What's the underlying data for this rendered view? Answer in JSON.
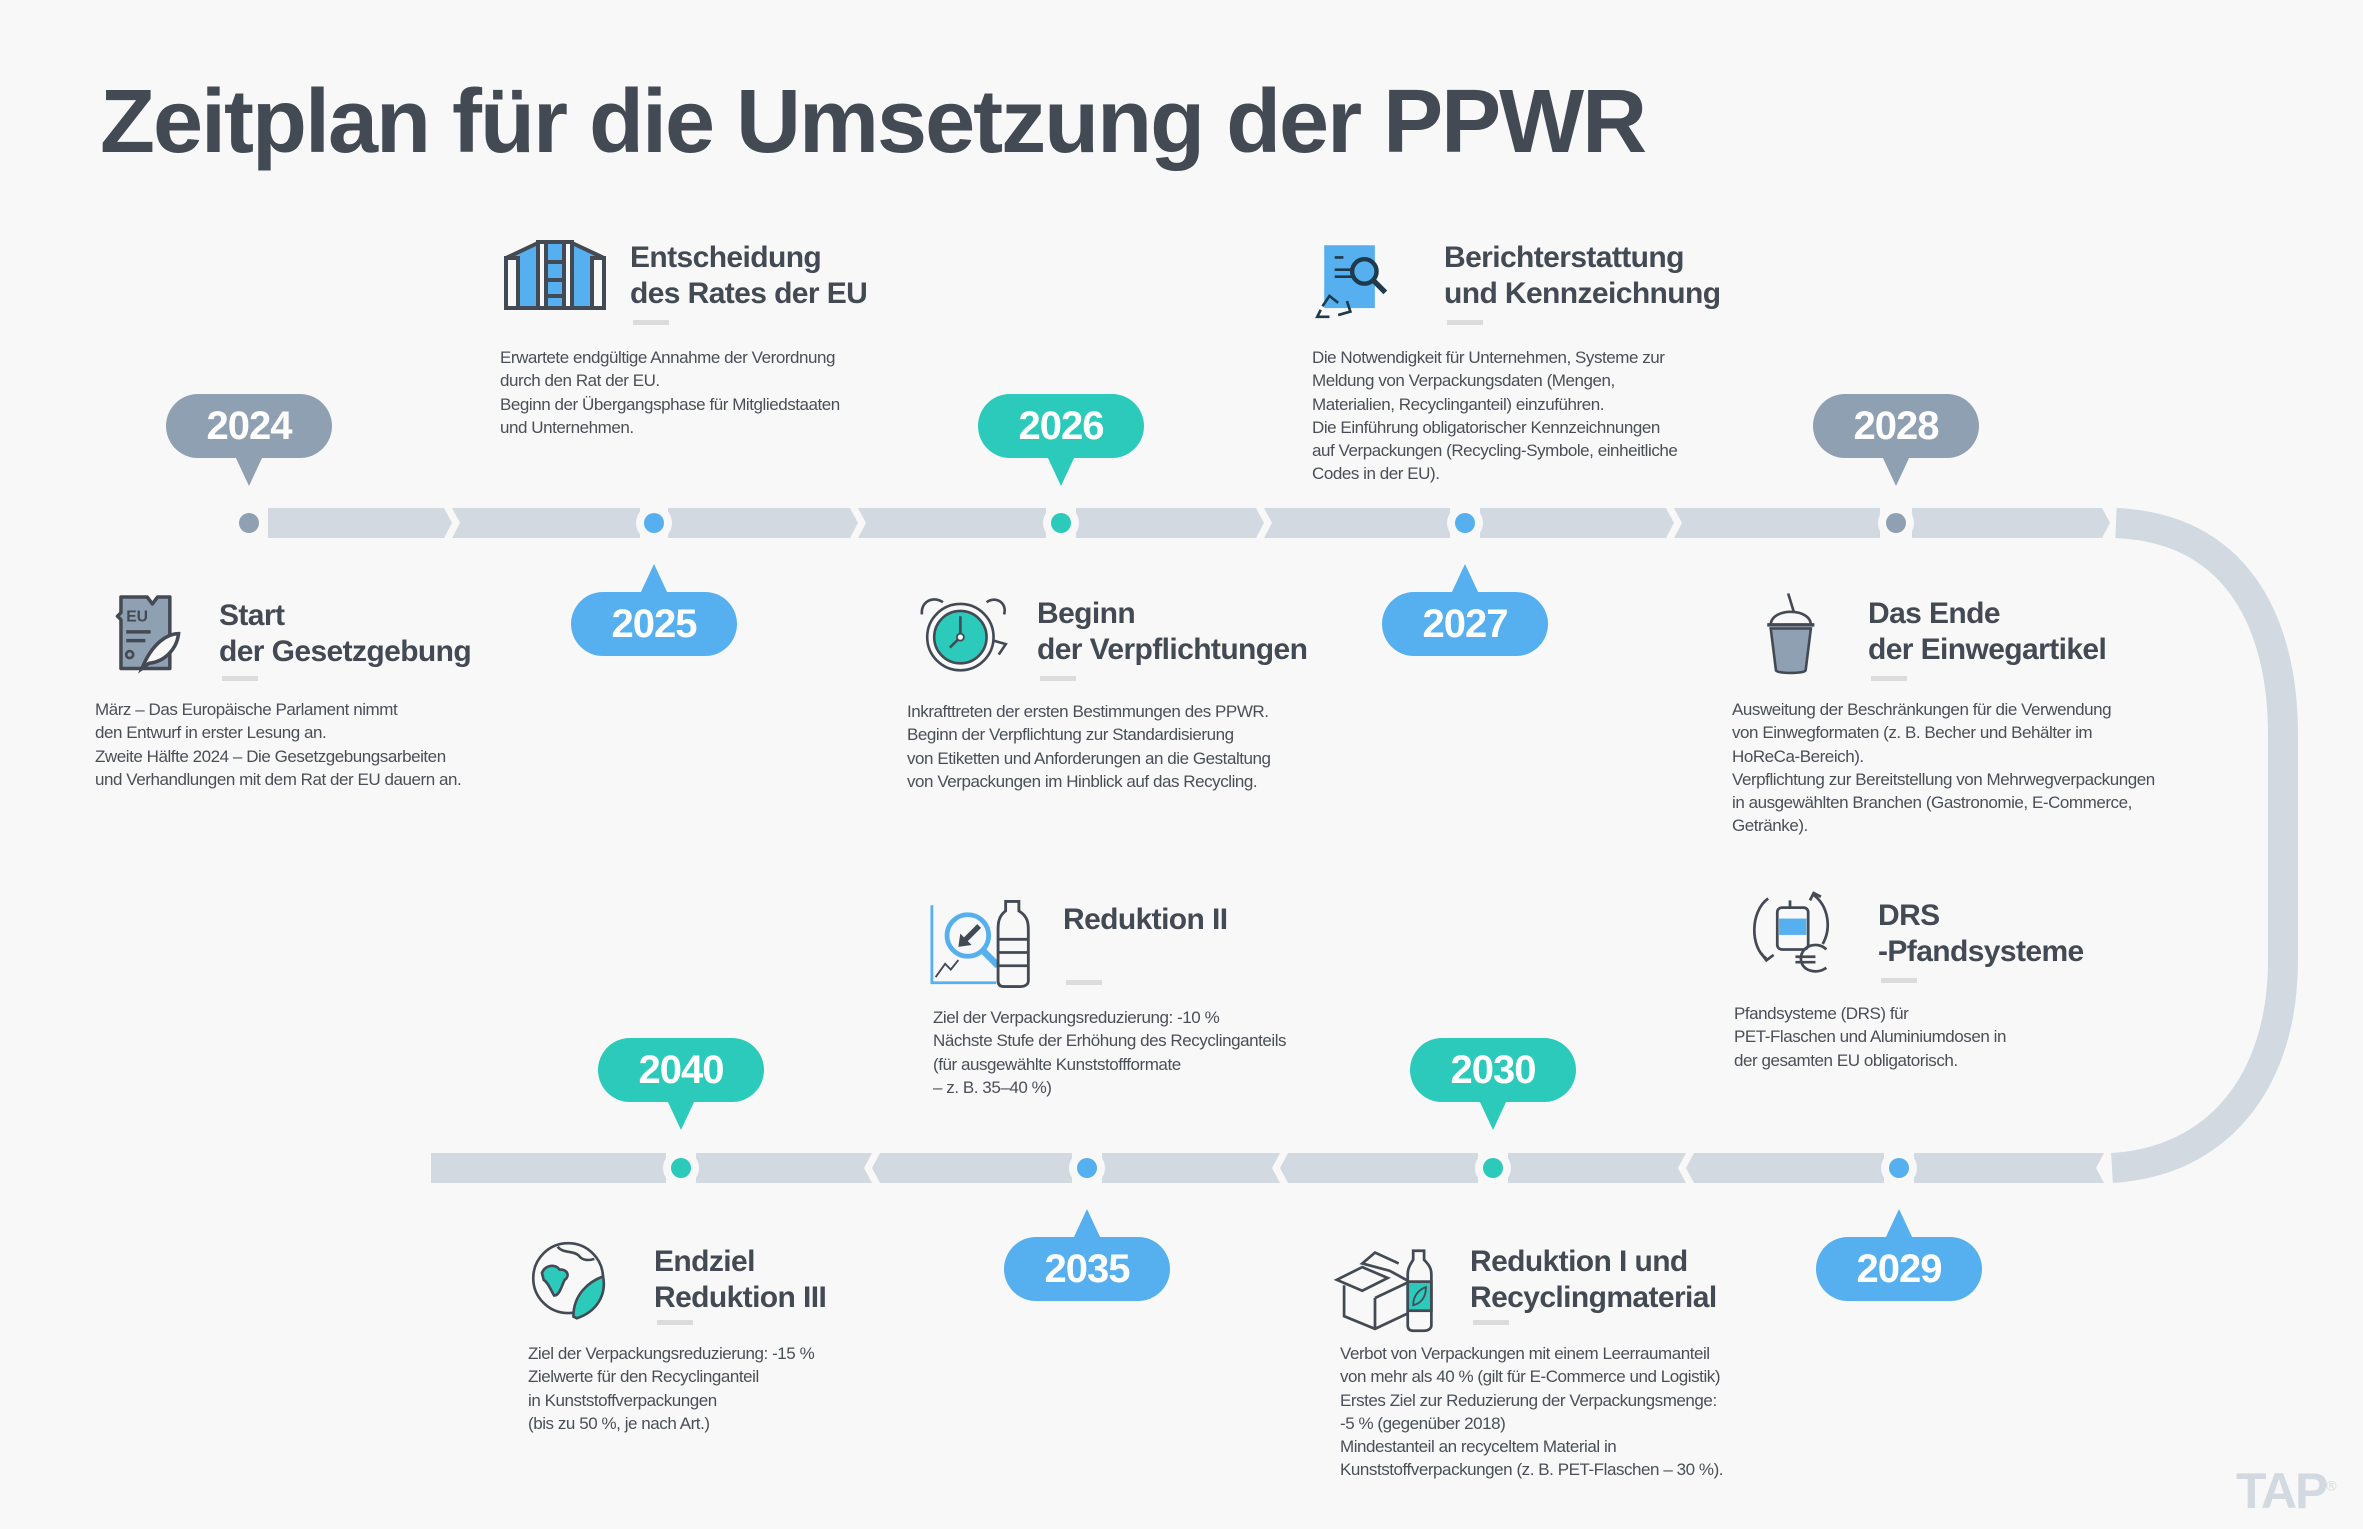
{
  "title": "Zeitplan für die Umsetzung der PPWR",
  "colors": {
    "grey": "#8fa0b3",
    "blue": "#56b0f0",
    "teal": "#2ccabb",
    "track": "#d2d9e1",
    "text": "#434a54"
  },
  "years": {
    "y2024": "2024",
    "y2025": "2025",
    "y2026": "2026",
    "y2027": "2027",
    "y2028": "2028",
    "y2029": "2029",
    "y2030": "2030",
    "y2035": "2035",
    "y2040": "2040"
  },
  "milestones": {
    "start": {
      "heading": "Start\nder Gesetzgebung",
      "icon": "eu-document-quill-icon",
      "description": "März – Das Europäische Parlament nimmt\nden Entwurf in erster Lesung an.\nZweite Hälfte 2024 – Die Gesetzgebungsarbeiten\nund Verhandlungen mit dem Rat der EU dauern an."
    },
    "council": {
      "heading": "Entscheidung\ndes Rates der EU",
      "icon": "council-building-icon",
      "description": "Erwartete endgültige Annahme der Verordnung\n durch den Rat der EU.\nBeginn der Übergangsphase für Mitgliedstaaten\nund Unternehmen."
    },
    "obligations": {
      "heading": "Beginn\nder Verpflichtungen",
      "icon": "alarm-clock-icon",
      "description": "Inkrafttreten der ersten Bestimmungen des PPWR.\nBeginn der Verpflichtung zur Standardisierung\nvon Etiketten und Anforderungen an die Gestaltung\nvon Verpackungen im Hinblick auf das Recycling."
    },
    "reporting": {
      "heading": "Berichterstattung\nund Kennzeichnung",
      "icon": "report-search-recycle-icon",
      "description": "Die Notwendigkeit für Unternehmen, Systeme zur\nMeldung von Verpackungsdaten (Mengen,\nMaterialien, Recyclinganteil) einzuführen.\nDie Einführung obligatorischer Kennzeichnungen\nauf Verpackungen (Recycling-Symbole, einheitliche\nCodes in der EU)."
    },
    "single_use": {
      "heading": "Das Ende\nder Einwegartikel",
      "icon": "disposable-cup-icon",
      "description": "Ausweitung der Beschränkungen für die Verwendung\nvon Einwegformaten (z. B. Becher und Behälter im\nHoReCa-Bereich).\nVerpflichtung zur Bereitstellung von Mehrwegverpackungen\nin ausgewählten Branchen (Gastronomie, E-Commerce,\nGetränke)."
    },
    "drs": {
      "heading": "DRS\n-Pfandsysteme",
      "icon": "can-euro-cycle-icon",
      "description": "Pfandsysteme (DRS) für\nPET-Flaschen und Aluminiumdosen in\nder gesamten EU obligatorisch."
    },
    "reduction2": {
      "heading": "Reduktion II",
      "icon": "chart-magnifier-bottle-icon",
      "description": "Ziel der Verpackungsreduzierung: -10 %\nNächste Stufe der Erhöhung des Recyclinganteils\n(für ausgewählte Kunststoffformate\n– z. B. 35–40 %)"
    },
    "reduction1": {
      "heading": "Reduktion I und\nRecyclingmaterial",
      "icon": "box-bottle-leaf-icon",
      "description": "Verbot von Verpackungen mit einem Leerraumanteil\nvon mehr als 40 % (gilt für E-Commerce und Logistik)\nErstes Ziel zur Reduzierung der Verpackungsmenge:\n-5 % (gegenüber 2018)\nMindestanteil an recyceltem Material in\nKunststoffverpackungen (z. B. PET-Flaschen – 30 %)."
    },
    "reduction3": {
      "heading": "Endziel\nReduktion III",
      "icon": "globe-leaf-icon",
      "description": "Ziel der Verpackungsreduzierung: -15 %\nZielwerte für den Recyclinganteil\nin Kunststoffverpackungen\n(bis zu 50 %, je nach Art.)"
    }
  },
  "logo": {
    "text": "TAP",
    "mark": "®"
  }
}
